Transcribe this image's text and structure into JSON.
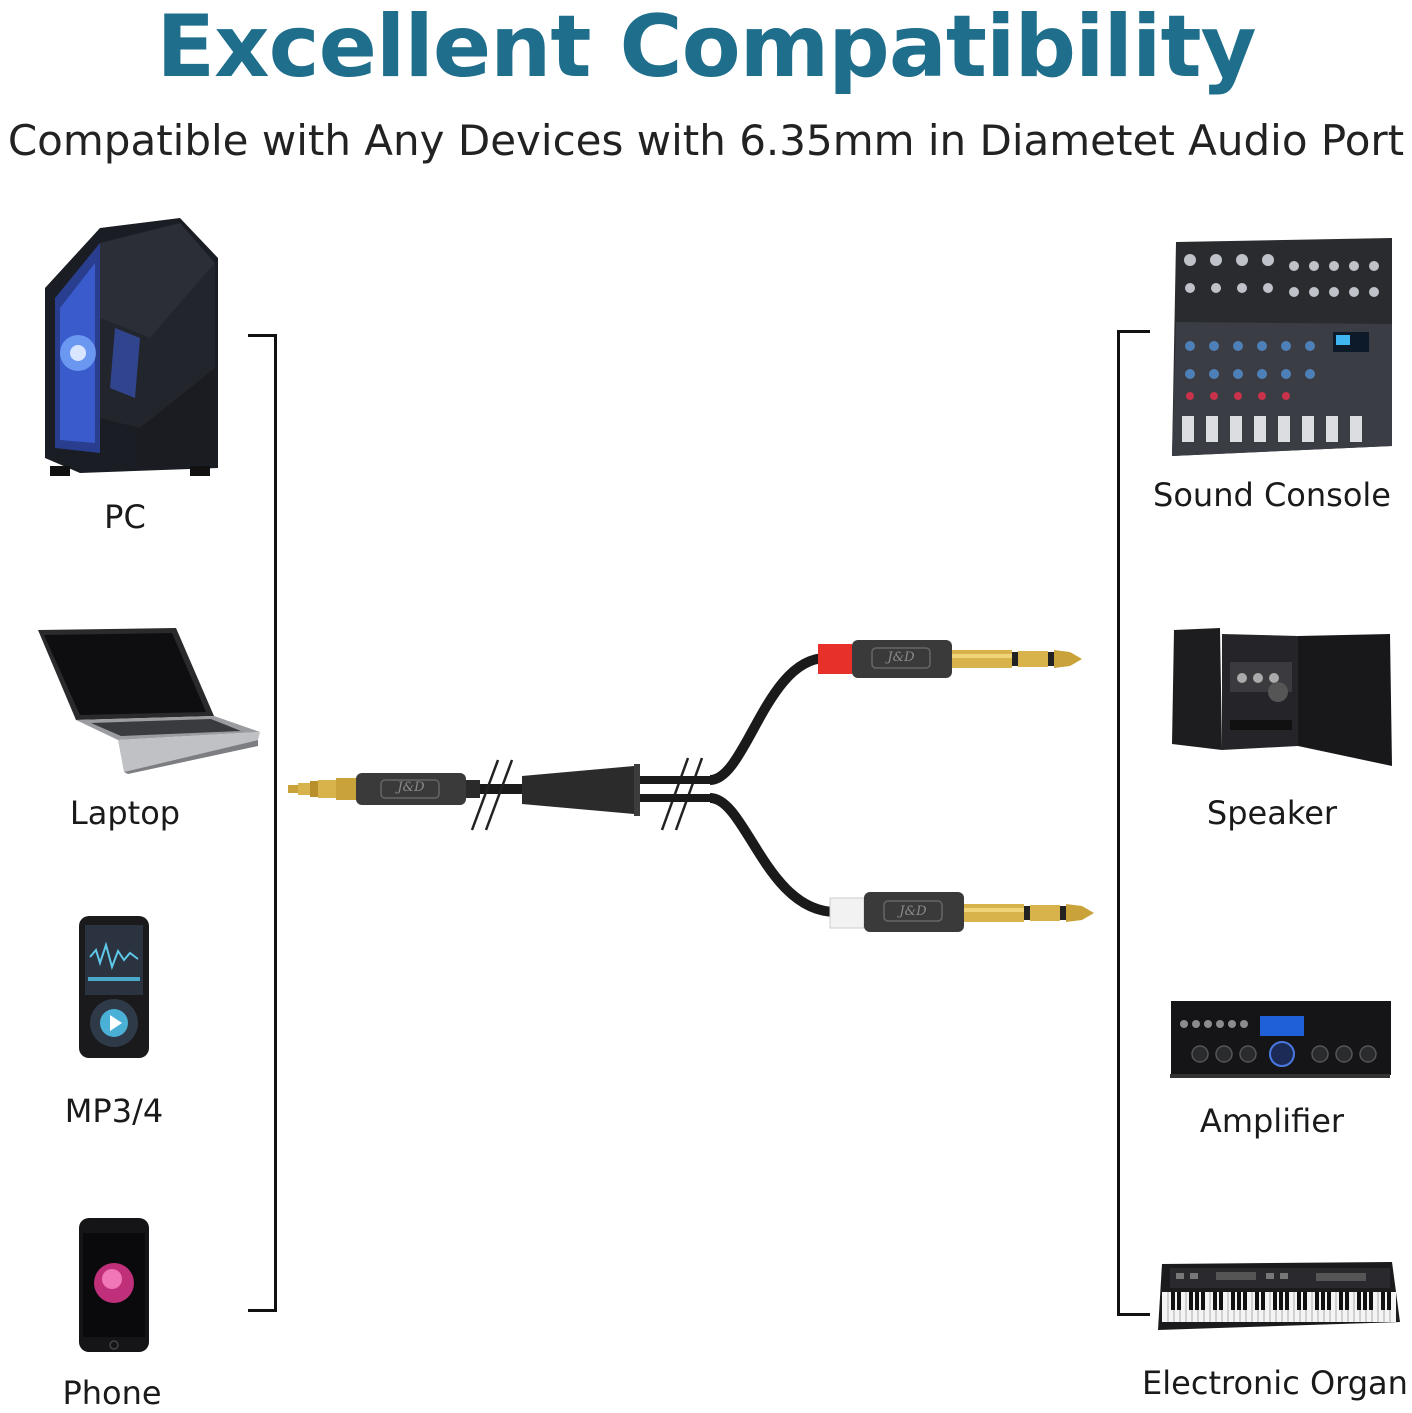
{
  "header": {
    "title": "Excellent Compatibility",
    "subtitle": "Compatible with Any Devices with 6.35mm in Diametet Audio Port"
  },
  "left_devices": [
    {
      "label": "PC",
      "icon": "pc-tower-icon"
    },
    {
      "label": "Laptop",
      "icon": "laptop-icon"
    },
    {
      "label": "MP3/4",
      "icon": "mp3-player-icon"
    },
    {
      "label": "Phone",
      "icon": "phone-icon"
    }
  ],
  "right_devices": [
    {
      "label": "Sound Console",
      "icon": "mixer-console-icon"
    },
    {
      "label": "Speaker",
      "icon": "speaker-system-icon"
    },
    {
      "label": "Amplifier",
      "icon": "amplifier-icon"
    },
    {
      "label": "Electronic Organ",
      "icon": "keyboard-organ-icon"
    }
  ],
  "cable": {
    "brand_mark": "J&D",
    "colors": {
      "title": "#1e6e8c",
      "red_band": "#e8302a",
      "white_band": "#f2f2f2",
      "gold": "#c9a23a",
      "body": "#3a3a3a"
    }
  }
}
